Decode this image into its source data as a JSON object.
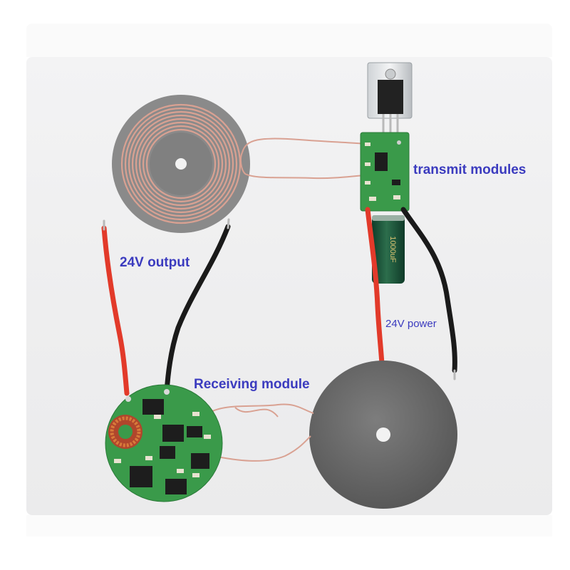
{
  "labels": {
    "transmit": "transmit modules",
    "output": "24V output",
    "power": "24V power",
    "receive": "Receiving module"
  },
  "capacitor": {
    "marking": "1000uF"
  },
  "colors": {
    "label_blue": "#3b3bbf",
    "pcb_green": "#3a9a4a",
    "coil_copper": "#d79a8a",
    "wire_red": "#e23a2a",
    "wire_black": "#1a1a1a",
    "ferrite_gray": "#6b6b6b"
  }
}
